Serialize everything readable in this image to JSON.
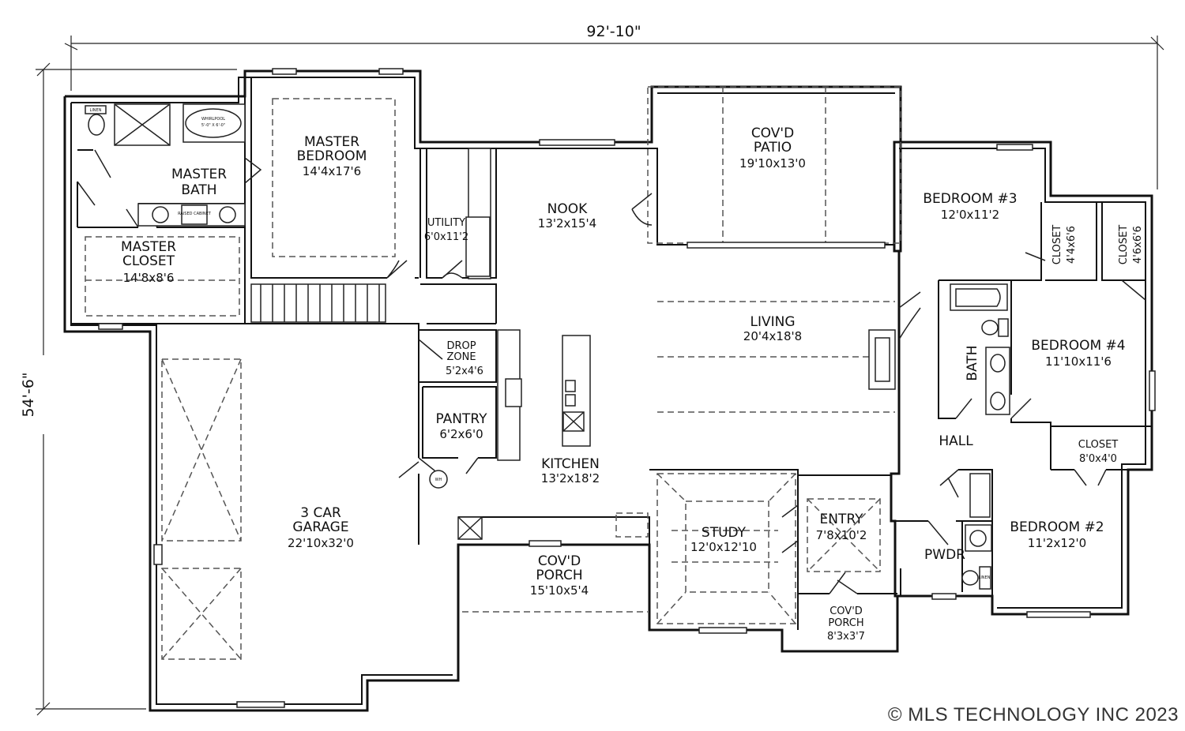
{
  "dimensions": {
    "width": "92'-10\"",
    "depth": "54'-6\""
  },
  "rooms": [
    {
      "id": "master-bedroom",
      "name_lines": [
        "MASTER",
        "BEDROOM"
      ],
      "size": "14'4x17'6"
    },
    {
      "id": "master-bath",
      "name_lines": [
        "MASTER",
        "BATH"
      ],
      "size": ""
    },
    {
      "id": "master-closet",
      "name_lines": [
        "MASTER",
        "CLOSET"
      ],
      "size": "14'8x8'6"
    },
    {
      "id": "utility",
      "name_lines": [
        "UTILITY"
      ],
      "size": "6'0x11'2"
    },
    {
      "id": "nook",
      "name_lines": [
        "NOOK"
      ],
      "size": "13'2x15'4"
    },
    {
      "id": "covd-patio",
      "name_lines": [
        "COV'D",
        "PATIO"
      ],
      "size": "19'10x13'0"
    },
    {
      "id": "bedroom-3",
      "name_lines": [
        "BEDROOM #3"
      ],
      "size": "12'0x11'2"
    },
    {
      "id": "closet-1",
      "name_lines": [
        "CLOSET"
      ],
      "size": "4'4x6'6"
    },
    {
      "id": "closet-2",
      "name_lines": [
        "CLOSET"
      ],
      "size": "4'6x6'6"
    },
    {
      "id": "living",
      "name_lines": [
        "LIVING"
      ],
      "size": "20'4x18'8"
    },
    {
      "id": "bath",
      "name_lines": [
        "BATH"
      ],
      "size": ""
    },
    {
      "id": "bedroom-4",
      "name_lines": [
        "BEDROOM #4"
      ],
      "size": "11'10x11'6"
    },
    {
      "id": "drop-zone",
      "name_lines": [
        "DROP",
        "ZONE"
      ],
      "size": "5'2x4'6"
    },
    {
      "id": "pantry",
      "name_lines": [
        "PANTRY"
      ],
      "size": "6'2x6'0"
    },
    {
      "id": "kitchen",
      "name_lines": [
        "KITCHEN"
      ],
      "size": "13'2x18'2"
    },
    {
      "id": "hall",
      "name_lines": [
        "HALL"
      ],
      "size": ""
    },
    {
      "id": "closet-3",
      "name_lines": [
        "CLOSET"
      ],
      "size": "8'0x4'0"
    },
    {
      "id": "garage",
      "name_lines": [
        "3 CAR",
        "GARAGE"
      ],
      "size": "22'10x32'0"
    },
    {
      "id": "study",
      "name_lines": [
        "STUDY"
      ],
      "size": "12'0x12'10"
    },
    {
      "id": "entry",
      "name_lines": [
        "ENTRY"
      ],
      "size": "7'8x10'2"
    },
    {
      "id": "pwdr",
      "name_lines": [
        "PWDR"
      ],
      "size": ""
    },
    {
      "id": "bedroom-2",
      "name_lines": [
        "BEDROOM #2"
      ],
      "size": "11'2x12'0"
    },
    {
      "id": "covd-porch-1",
      "name_lines": [
        "COV'D",
        "PORCH"
      ],
      "size": "15'10x5'4"
    },
    {
      "id": "covd-porch-2",
      "name_lines": [
        "COV'D",
        "PORCH"
      ],
      "size": "8'3x3'7"
    }
  ],
  "fixture_labels": {
    "linen": "LINEN",
    "linen2": "LINEN",
    "whirlpool": "WHIRLPOOL",
    "whirlpool_size": "5'-0\" X 6'-0\"",
    "raised_cabinet": "RAISED CABINET",
    "water_heater": "WH"
  },
  "copyright": "© MLS TECHNOLOGY INC 2023"
}
